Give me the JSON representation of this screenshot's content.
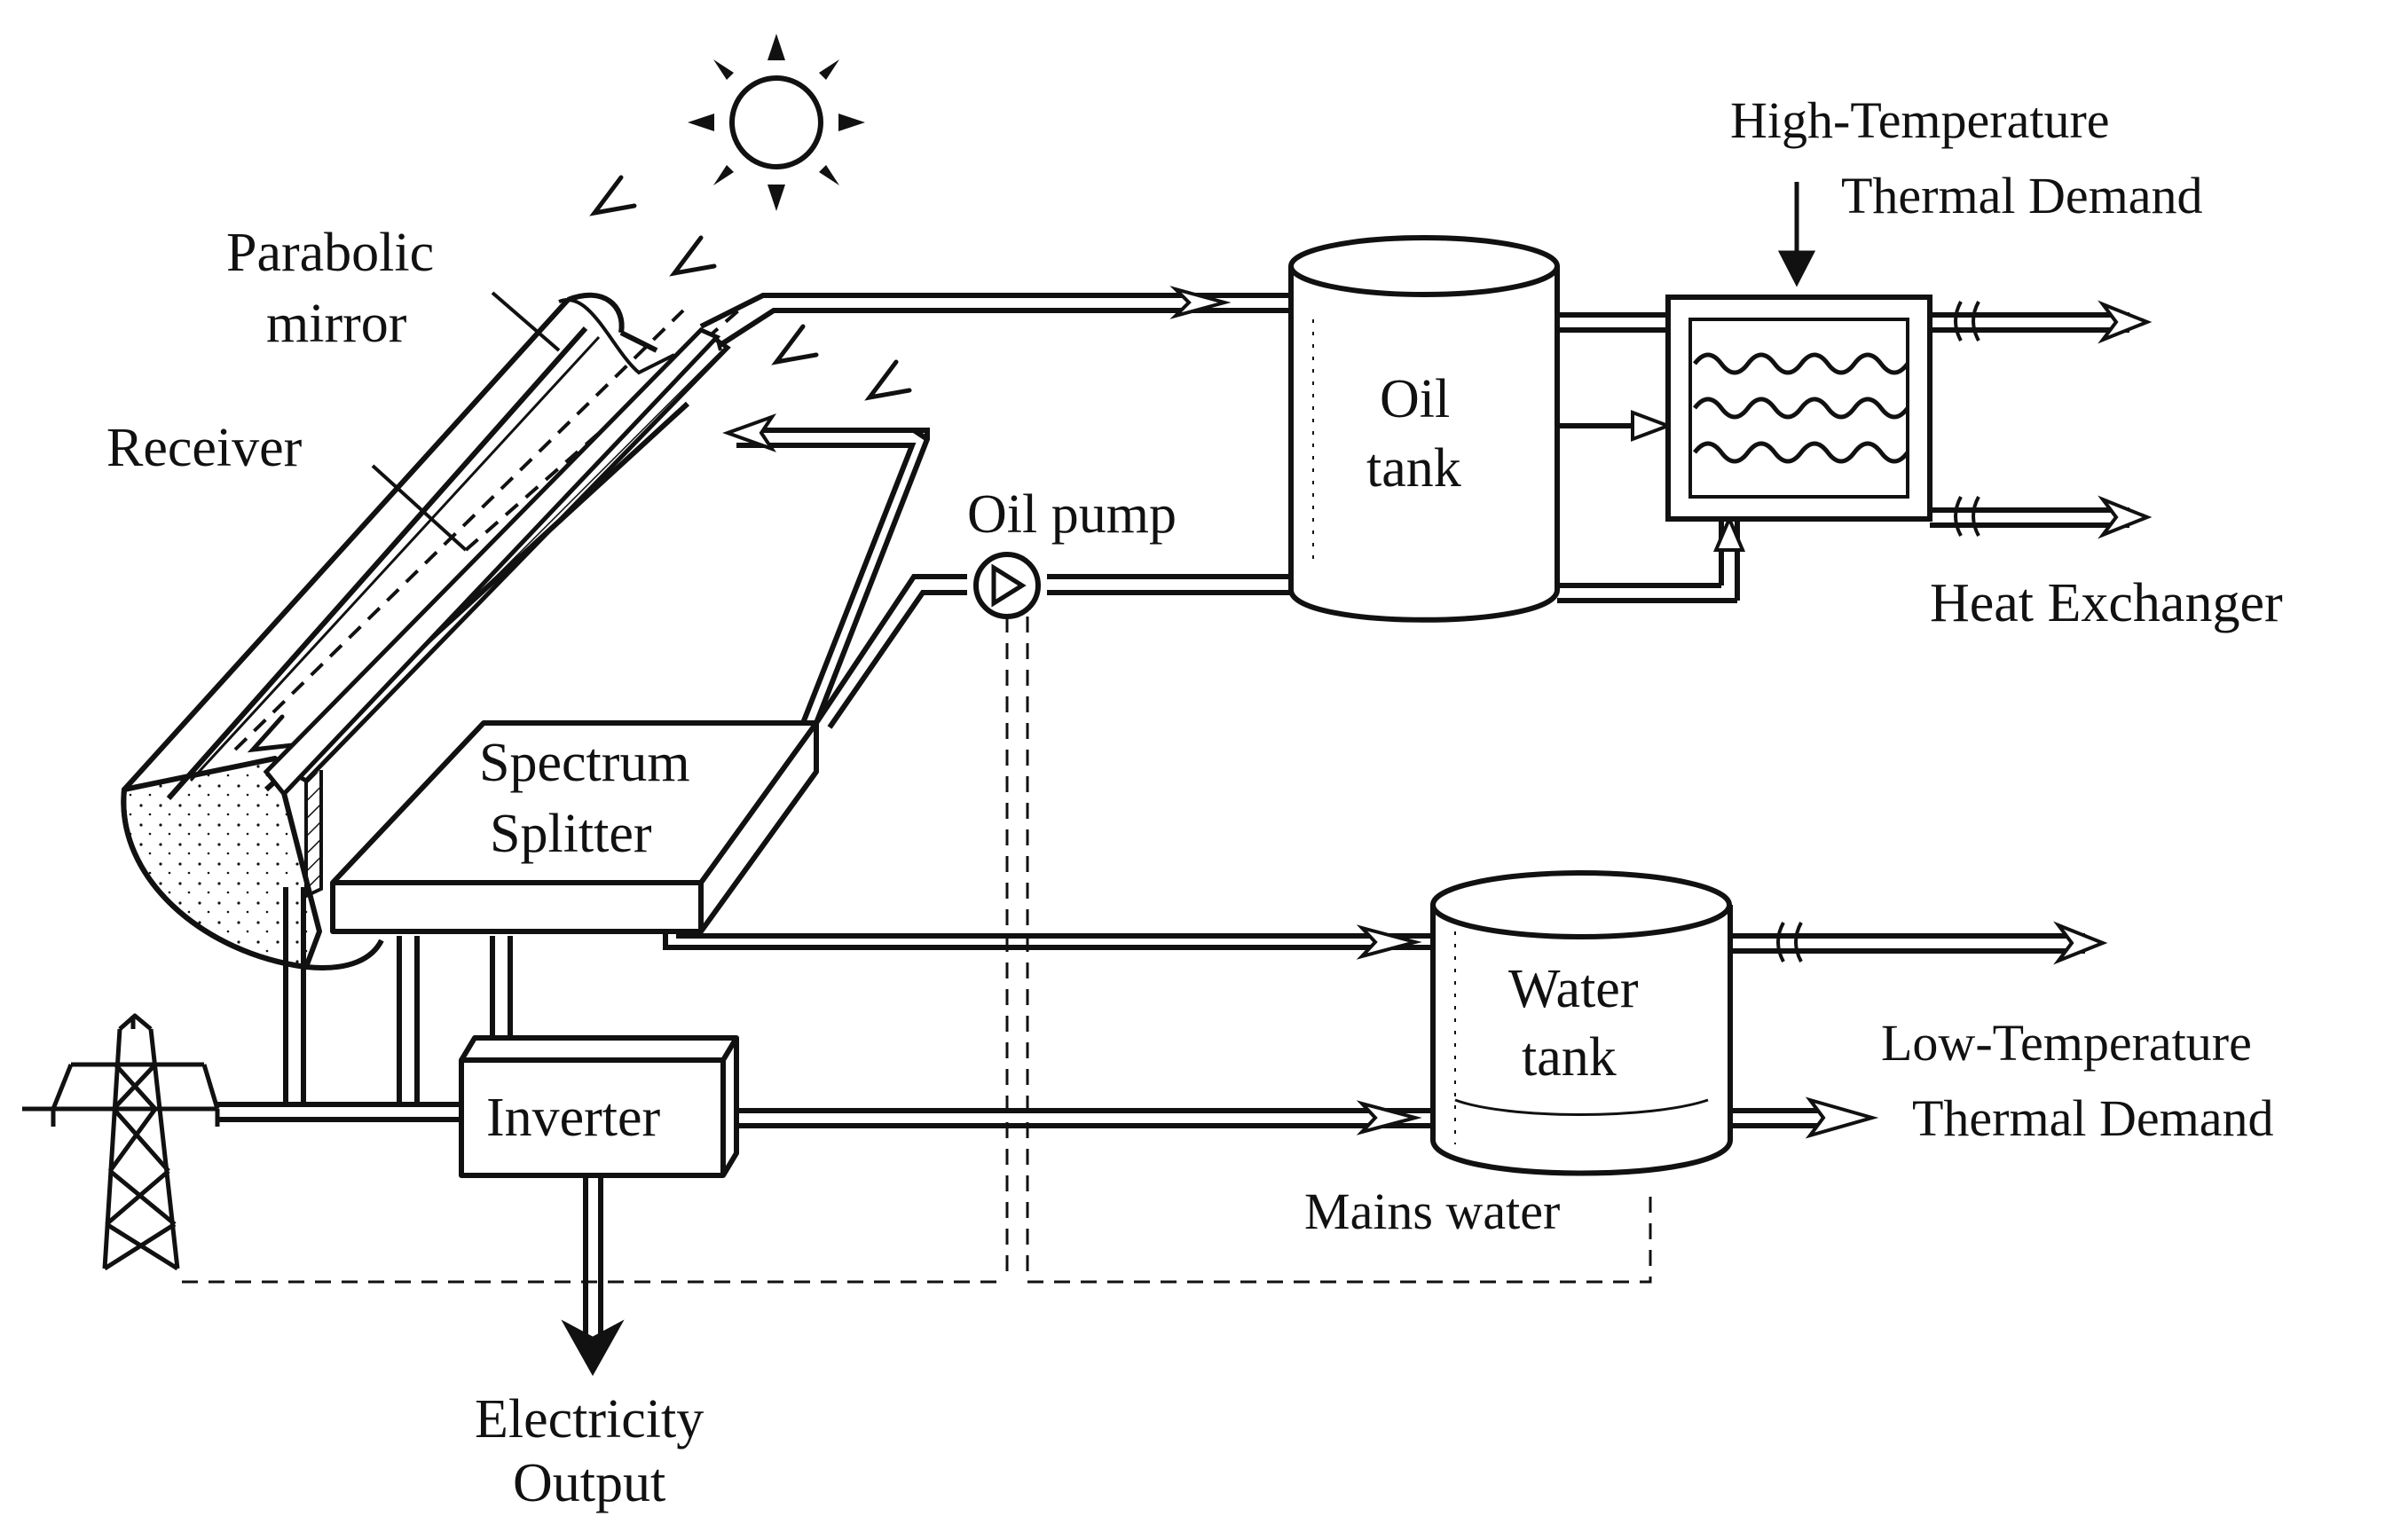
{
  "labels": {
    "parabolic_mirror_1": "Parabolic",
    "parabolic_mirror_2": "mirror",
    "receiver": "Receiver",
    "oil_pump": "Oil pump",
    "oil_tank_1": "Oil",
    "oil_tank_2": "tank",
    "high_temp_1": "High-Temperature",
    "high_temp_2": "Thermal Demand",
    "heat_exchanger": "Heat Exchanger",
    "spectrum_splitter_1": "Spectrum",
    "spectrum_splitter_2": "Splitter",
    "water_tank_1": "Water",
    "water_tank_2": "tank",
    "low_temp_1": "Low-Temperature",
    "low_temp_2": "Thermal Demand",
    "inverter": "Inverter",
    "mains_water": "Mains water",
    "electricity_1": "Electricity",
    "electricity_2": "Output"
  },
  "colors": {
    "ink": "#111111",
    "paper": "#ffffff"
  }
}
